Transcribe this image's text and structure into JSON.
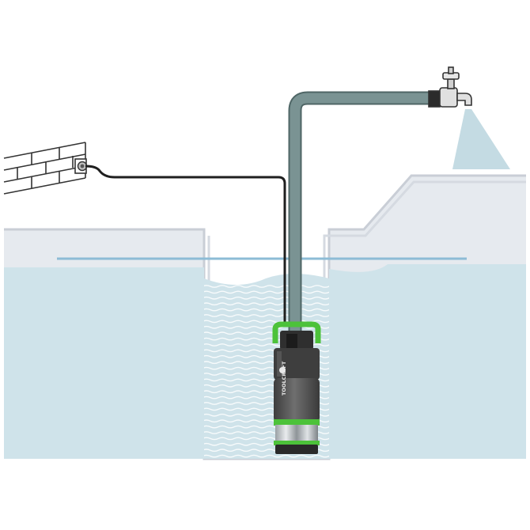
{
  "diagram": {
    "subject": "submersible-pump-installation",
    "pump_brand": "TOOLCRAFT",
    "colors": {
      "background": "#ffffff",
      "ground": "#e6eaef",
      "ground_outline": "#c9ced6",
      "water": "#cfe3ea",
      "water_surface_line": "#8dbcd6",
      "hose": "#7a9393",
      "hose_dark": "#4f6666",
      "cable": "#1f1f1f",
      "pump_body": "#4a4a4a",
      "pump_mid": "#6d6d6d",
      "pump_accent": "#4cc23a",
      "spray": "#c4dbe3",
      "tap": "#d8d8d8",
      "brick_line": "#333333"
    },
    "icons": [
      "brick-wall",
      "wall-socket",
      "garden-tap",
      "water-spray",
      "submersible-pump"
    ]
  }
}
